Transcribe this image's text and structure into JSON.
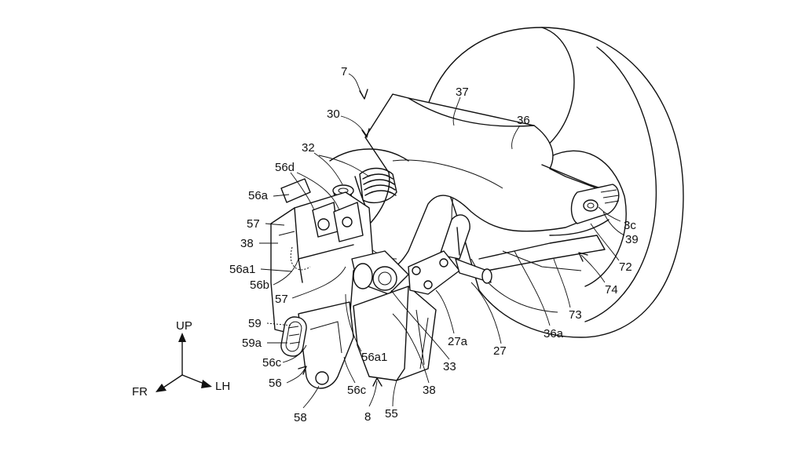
{
  "callouts": {
    "n7": "7",
    "n30": "30",
    "n37": "37",
    "n36": "36",
    "n32": "32",
    "n56d": "56d",
    "n56a": "56a",
    "n57_top": "57",
    "n38_left": "38",
    "n56a1_left": "56a1",
    "n56b": "56b",
    "n57_mid": "57",
    "n59": "59",
    "n59a": "59a",
    "n56c_left": "56c",
    "n56": "56",
    "n58": "58",
    "n56c_bottom": "56c",
    "n8": "8",
    "n55": "55",
    "n56a1_mid": "56a1",
    "n38_bottom": "38",
    "n33": "33",
    "n27a": "27a",
    "n27": "27",
    "n36a": "36a",
    "n73": "73",
    "n74": "74",
    "n72": "72",
    "n39": "39",
    "n3c": "3c"
  },
  "axes": {
    "up": "UP",
    "fr": "FR",
    "lh": "LH"
  }
}
